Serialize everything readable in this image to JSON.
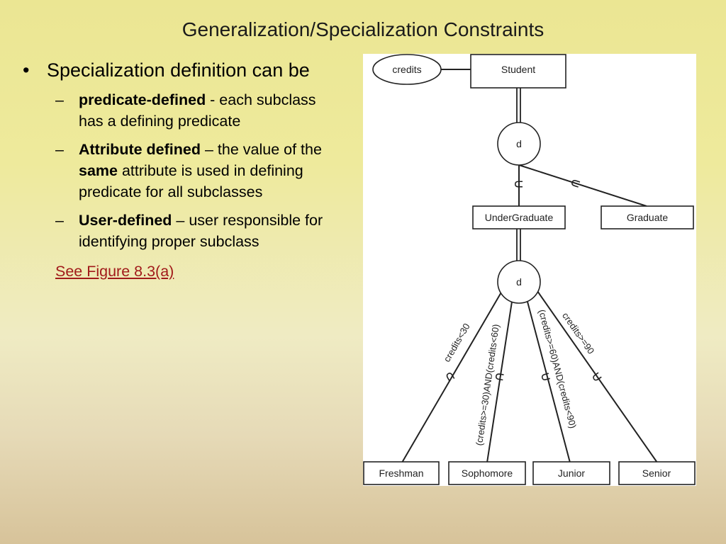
{
  "slide": {
    "title": "Generalization/Specialization Constraints"
  },
  "bullets": {
    "main": "Specialization definition can be",
    "sub": [
      {
        "term": "predicate-defined",
        "rest": " - each subclass has a defining predicate"
      },
      {
        "term": "Attribute defined",
        "rest_a": " – the value of the ",
        "emph": "same",
        "rest_b": " attribute is used in defining predicate for all subclasses"
      },
      {
        "term": "User-defined",
        "rest": " – user responsible for identifying proper subclass"
      }
    ],
    "link": "See Figure 8.3(a)"
  },
  "diagram": {
    "attribute": "credits",
    "entity": "Student",
    "disjoint_top": "d",
    "disjoint_mid": "d",
    "subclass_1": "UnderGraduate",
    "subclass_2": "Graduate",
    "leaves": [
      "Freshman",
      "Sophomore",
      "Junior",
      "Senior"
    ],
    "predicates": [
      "credits<30",
      "(credits>=30)AND(credits<60)",
      "(credits>=60)AND(credits<90)",
      "credits>=90"
    ],
    "subset_symbol": "∪"
  }
}
